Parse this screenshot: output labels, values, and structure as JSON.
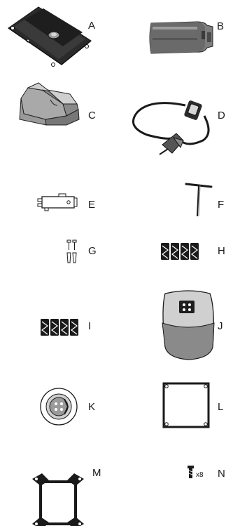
{
  "parts": [
    {
      "letter": "A",
      "name": "mounting-base"
    },
    {
      "letter": "B",
      "name": "battery-pack"
    },
    {
      "letter": "C",
      "name": "bracket"
    },
    {
      "letter": "D",
      "name": "cable"
    },
    {
      "letter": "E",
      "name": "clip-plate"
    },
    {
      "letter": "F",
      "name": "t-key"
    },
    {
      "letter": "G",
      "name": "screws-and-anchors"
    },
    {
      "letter": "H",
      "name": "aa-batteries"
    },
    {
      "letter": "I",
      "name": "aa-batteries-spare"
    },
    {
      "letter": "J",
      "name": "control-unit"
    },
    {
      "letter": "K",
      "name": "round-cap"
    },
    {
      "letter": "L",
      "name": "square-gasket"
    },
    {
      "letter": "M",
      "name": "mounting-frame"
    },
    {
      "letter": "N",
      "name": "screw-set"
    }
  ],
  "n_quantity": "x8",
  "colors": {
    "ink": "#1a1a1a",
    "dark_fill": "#2b2b2b",
    "mid_fill": "#8a8a8a",
    "light_fill": "#d6d6d6"
  }
}
